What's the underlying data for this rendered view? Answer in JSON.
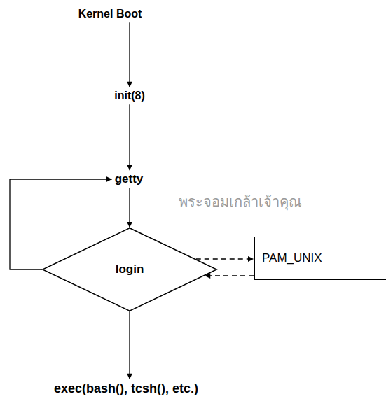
{
  "diagram": {
    "nodes": [
      {
        "text": [
          "Kernel Boot"
        ]
      },
      {
        "text": [
          "init(8)"
        ]
      },
      {
        "text": [
          "getty"
        ]
      },
      {
        "text": [
          "login"
        ]
      },
      {
        "text": [
          "PAM_UNIX"
        ]
      },
      {
        "text": [
          "exec(bash(), tcsh(), etc.)"
        ]
      }
    ],
    "edges": [
      {
        "from": 0,
        "to": 1,
        "arrow": "to"
      },
      {
        "from": 1,
        "to": 2,
        "arrow": "to"
      },
      {
        "from": 2,
        "to": 3,
        "arrow": "to"
      },
      {
        "from": 3,
        "to": 2,
        "arrow": "to"
      },
      {
        "from": 3,
        "to": 4,
        "arrow": "to"
      },
      {
        "from": 4,
        "to": 3,
        "arrow": "to"
      },
      {
        "from": 3,
        "to": 5,
        "arrow": "to"
      }
    ],
    "labels": [
      "พระจอมเกล้าเจ้าคุณ"
    ]
  }
}
